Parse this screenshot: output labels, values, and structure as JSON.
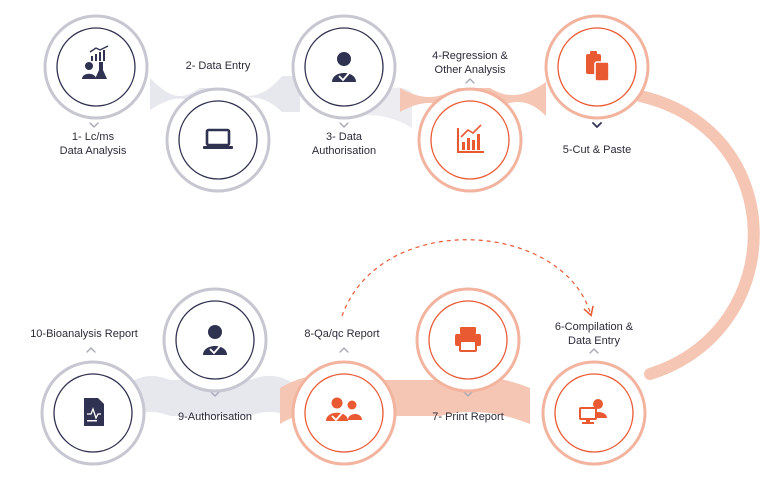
{
  "colors": {
    "navy": "#2f3250",
    "orange": "#ea5a32",
    "gray_band": "#e7e7ee",
    "peach_band": "#f6c6b4",
    "gray_ring": "#c7c7d2",
    "peach_ring": "#f2b49f"
  },
  "steps": [
    {
      "label": "1- Lc/ms\nData Analysis",
      "icon": "analysis-team-icon"
    },
    {
      "label": "2- Data Entry",
      "icon": "laptop-icon"
    },
    {
      "label": "3- Data\nAuthorisation",
      "icon": "user-check-icon"
    },
    {
      "label": "4-Regression &\nOther Analysis",
      "icon": "chart-icon"
    },
    {
      "label": "5-Cut & Paste",
      "icon": "clipboard-copy-icon"
    },
    {
      "label": "6-Compilation &\nData Entry",
      "icon": "user-computer-icon"
    },
    {
      "label": "7- Print Report",
      "icon": "printer-icon"
    },
    {
      "label": "8-Qa/qc Report",
      "icon": "users-check-icon"
    },
    {
      "label": "9-Authorisation",
      "icon": "user-check-icon"
    },
    {
      "label": "10-Bioanalysis Report",
      "icon": "report-document-icon"
    }
  ]
}
